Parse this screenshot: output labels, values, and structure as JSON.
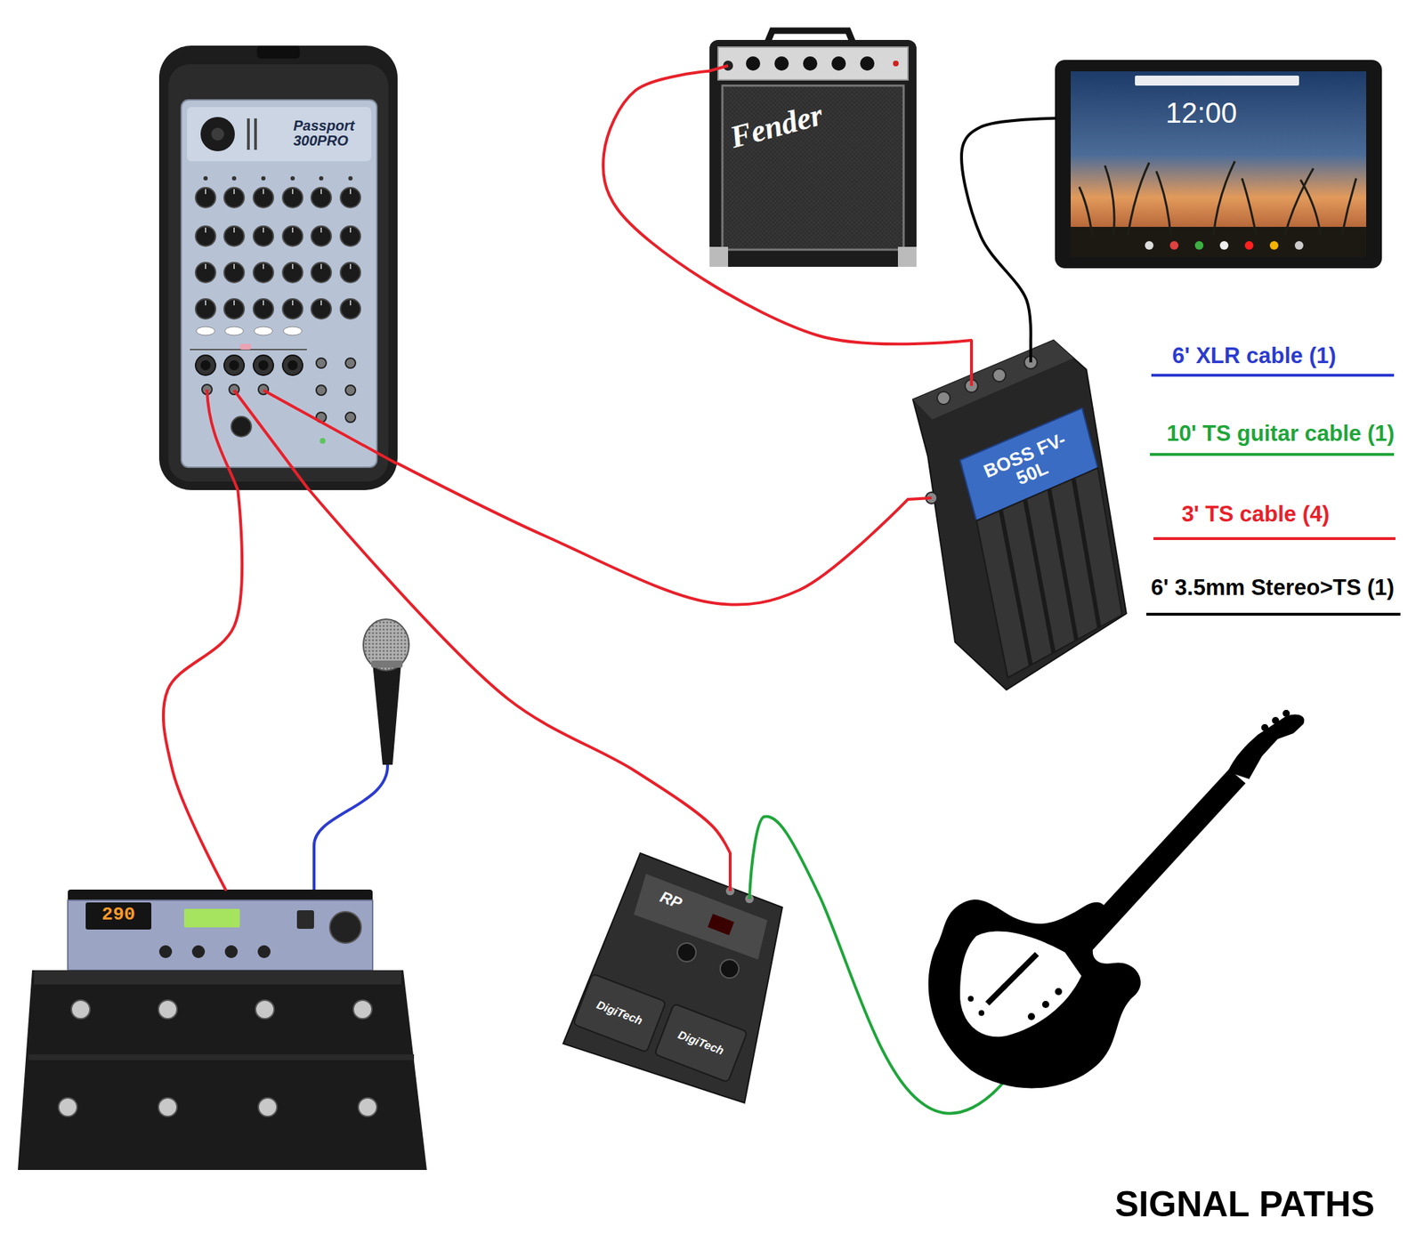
{
  "diagram": {
    "title": "SIGNAL PATHS",
    "nodes": [
      {
        "text": [
          "Passport 300PRO"
        ]
      },
      {
        "text": [
          "Fender"
        ]
      },
      {
        "text": [
          "12:00"
        ]
      },
      {
        "text": [
          "BOSS FV-50L"
        ]
      },
      {
        "text": [
          "290"
        ]
      },
      {
        "text": [
          "RP",
          "DigiTech",
          "DigiTech"
        ]
      }
    ],
    "edges": [
      {
        "from": 0,
        "to": 4,
        "arrow": "none"
      },
      {
        "from": 0,
        "to": 5,
        "arrow": "none"
      },
      {
        "from": 0,
        "to": 3,
        "arrow": "none"
      },
      {
        "from": 1,
        "to": 3,
        "arrow": "none"
      },
      {
        "from": 2,
        "to": 3,
        "arrow": "none"
      }
    ],
    "legend": [
      {
        "text": "6' XLR cable (1)"
      },
      {
        "text": "10' TS guitar cable (1)"
      },
      {
        "text": "3' TS cable (4)"
      },
      {
        "text": "6' 3.5mm Stereo>TS (1)"
      }
    ]
  }
}
